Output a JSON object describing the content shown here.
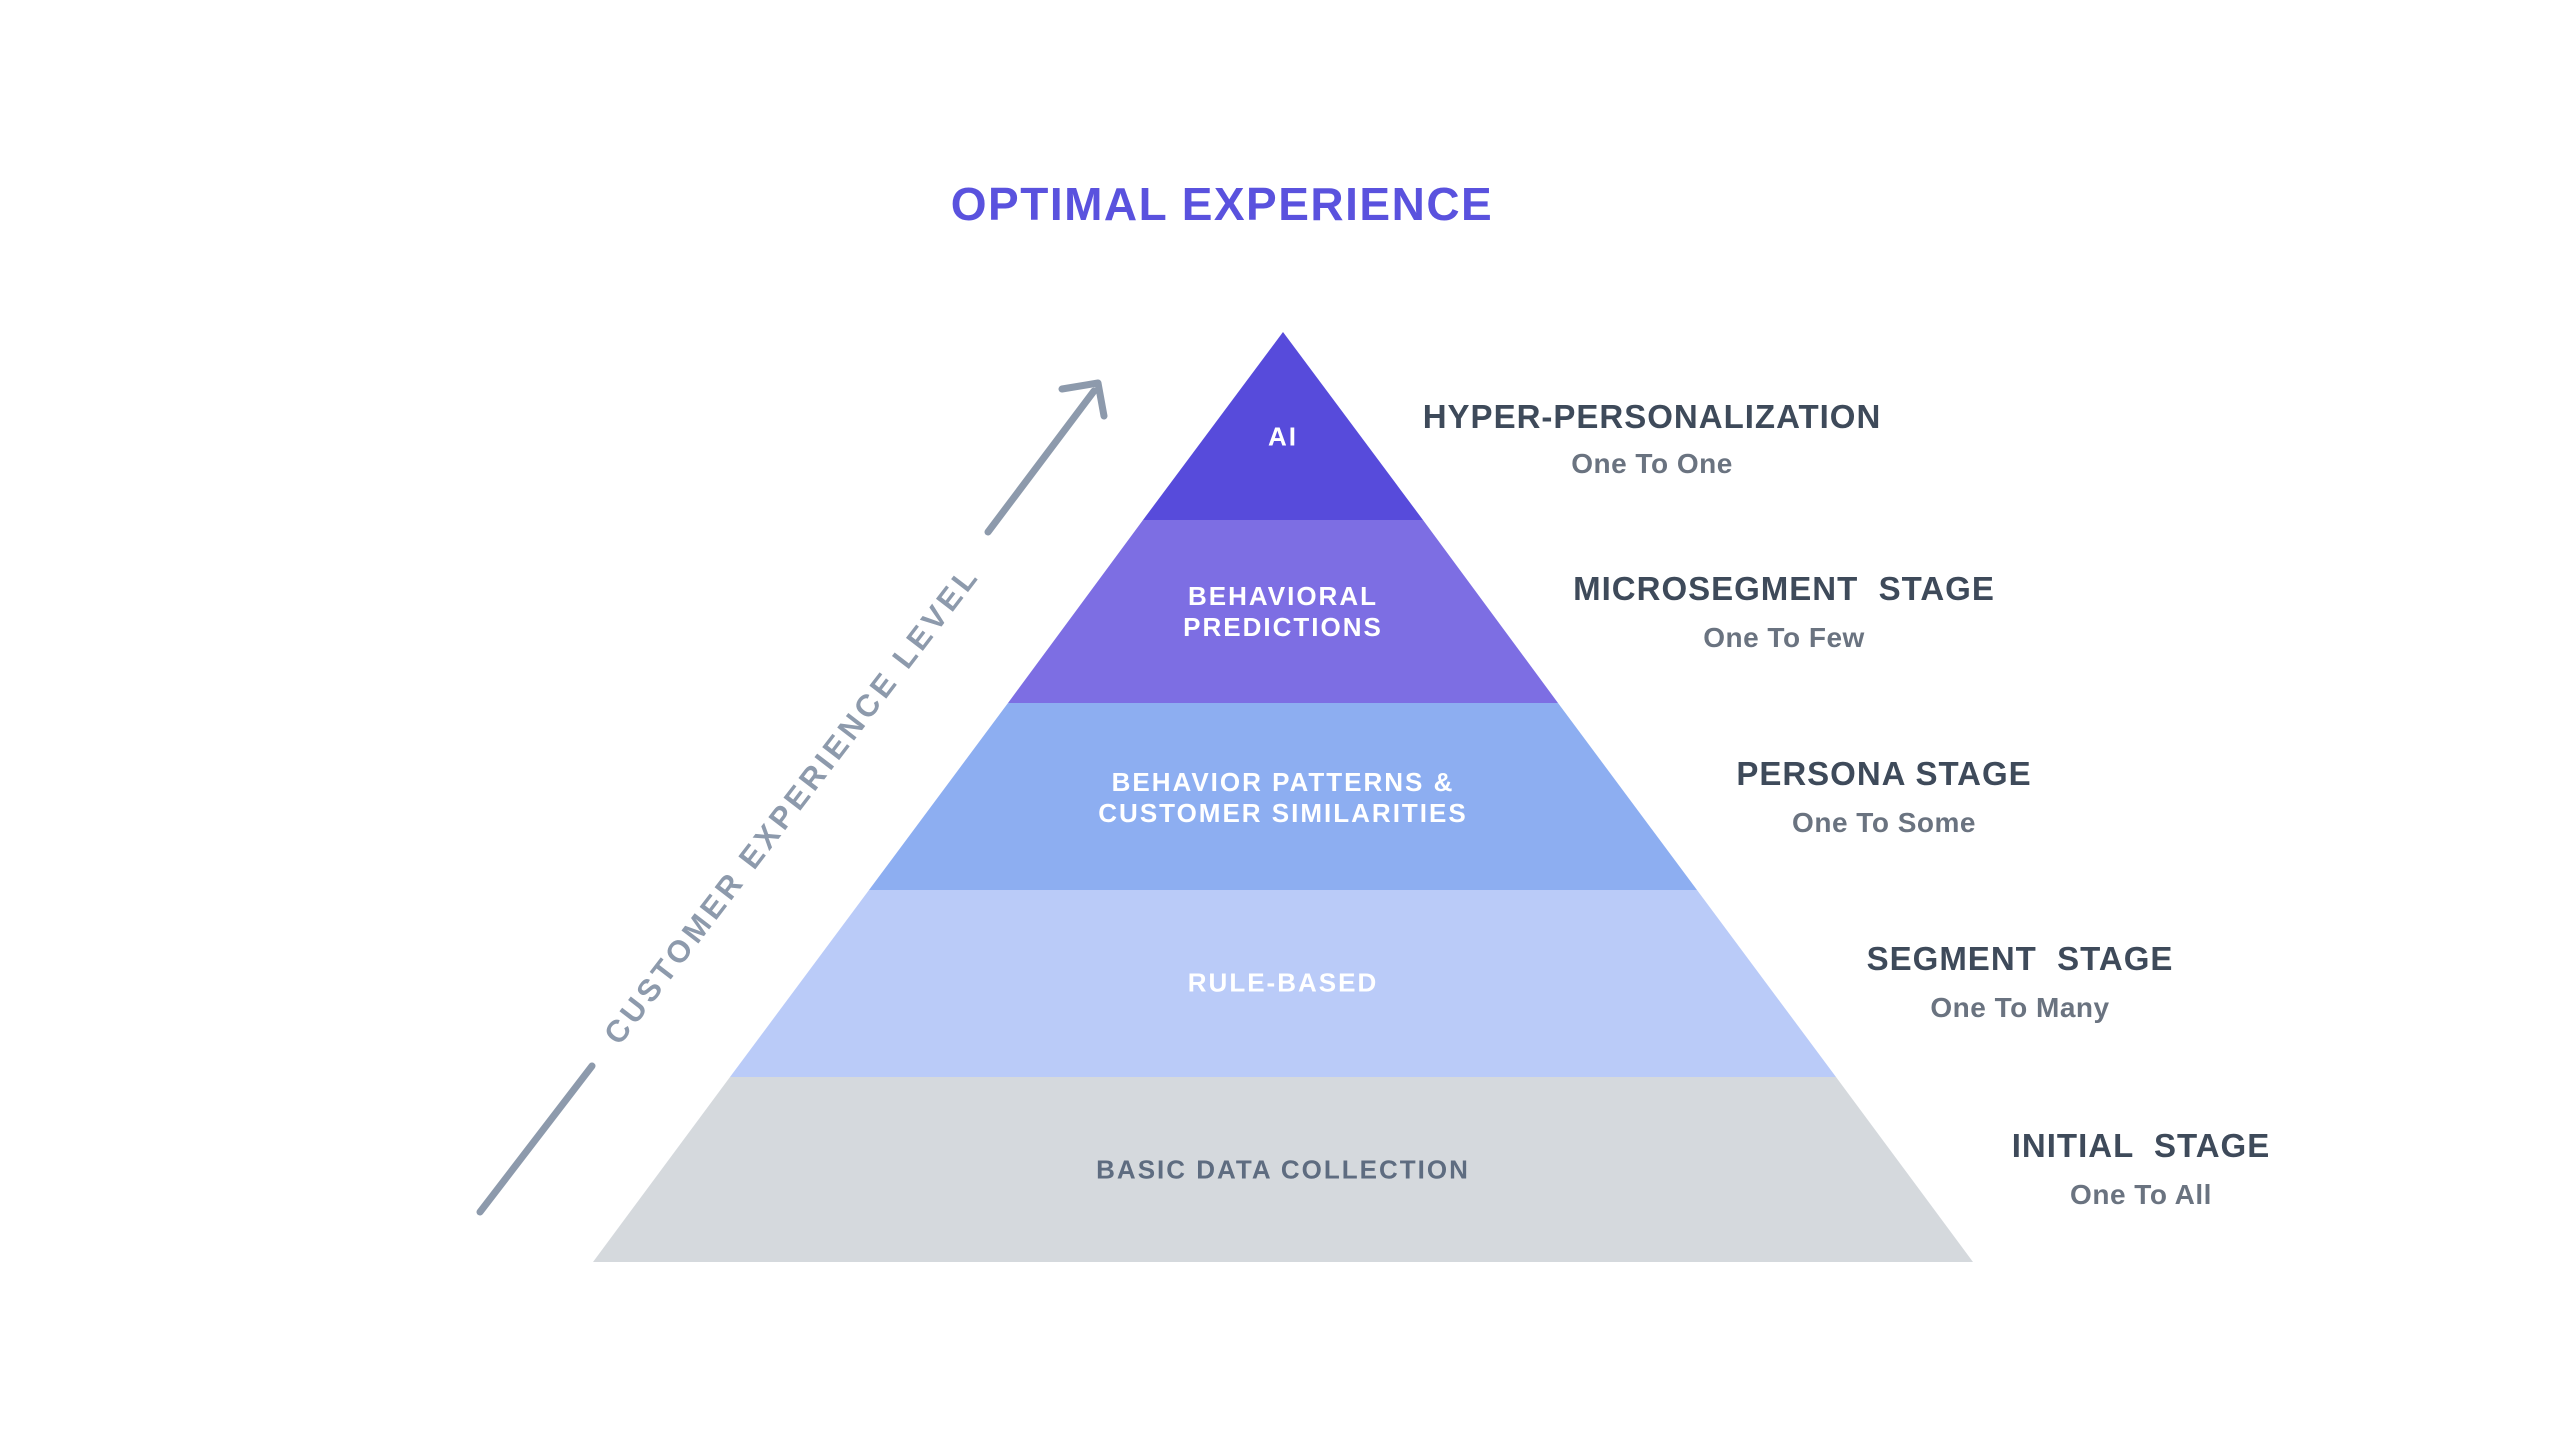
{
  "title": {
    "text": "OPTIMAL EXPERIENCE"
  },
  "axis": {
    "label": "CUSTOMER EXPERIENCE LEVEL"
  },
  "pyramid": {
    "levels": [
      {
        "band_label": "AI",
        "band_color": "#574BDB",
        "stage": "HYPER-PERSONALIZATION",
        "reach": "One To One"
      },
      {
        "band_label": "BEHAVIORAL\nPREDICTIONS",
        "band_color": "#7D6EE3",
        "stage": "MICROSEGMENT  STAGE",
        "reach": "One To Few"
      },
      {
        "band_label": "BEHAVIOR PATTERNS &\nCUSTOMER SIMILARITIES",
        "band_color": "#8DAEF1",
        "stage": "PERSONA STAGE",
        "reach": "One To Some"
      },
      {
        "band_label": "RULE-BASED",
        "band_color": "#BACBF8",
        "stage": "SEGMENT  STAGE",
        "reach": "One To Many"
      },
      {
        "band_label": "BASIC DATA COLLECTION",
        "band_color": "#D5D9DD",
        "stage": "INITIAL  STAGE",
        "reach": "One To All"
      }
    ]
  },
  "theme": {
    "title-color": "#5A52DE",
    "heading-color": "#3E4A5A",
    "reach-color": "#6A7380",
    "band-text-light": "#FFFFFF",
    "band-text-dark": "#5E6C80",
    "axis-color": "#8D9AAC"
  }
}
